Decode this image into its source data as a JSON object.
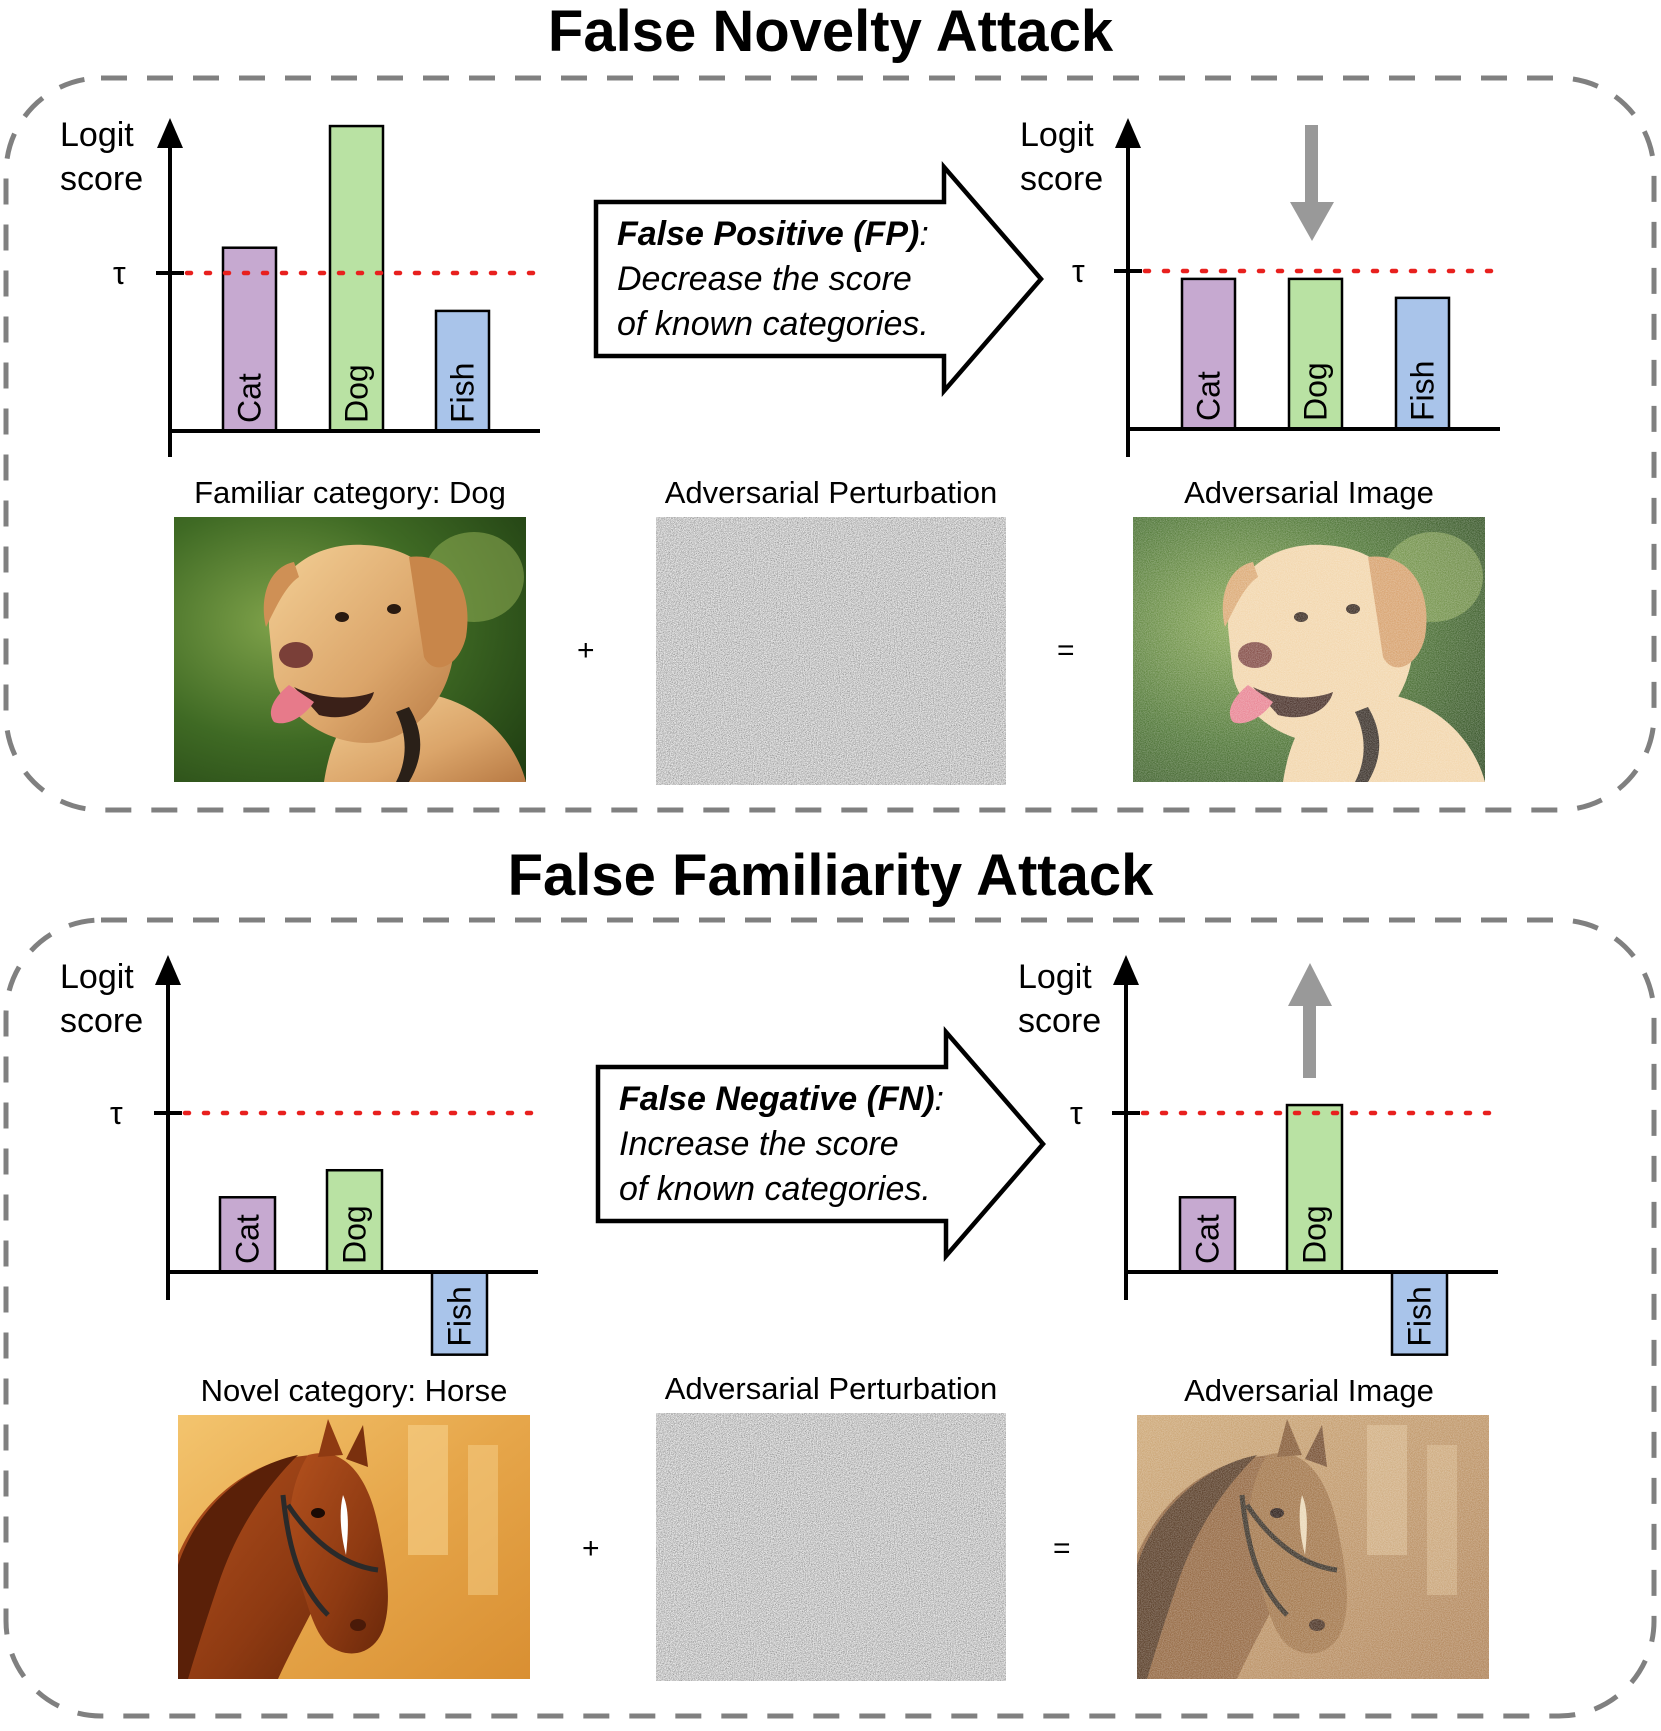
{
  "colors": {
    "cat": "#c6a9d0",
    "dog": "#b9e2a3",
    "fish": "#a9c4ea",
    "threshold": "#e8201e",
    "shift_arrow": "#999999",
    "border": "#808080"
  },
  "panels": [
    {
      "title": "False Novelty Attack",
      "arrow_heading": "False Positive (FP)",
      "arrow_colon": ":",
      "arrow_line2": "Decrease the score",
      "arrow_line3": "of known categories.",
      "input_caption": "Familiar category: Dog",
      "perturbation_caption": "Adversarial Perturbation",
      "output_caption": "Adversarial Image",
      "plus": "+",
      "equals": "=",
      "input_icon": "dog-photo",
      "output_icon": "noisy-dog-photo",
      "shift_icon": "down-arrow-icon",
      "charts": {
        "before": {
          "ylabel_line1": "Logit",
          "ylabel_line2": "score",
          "threshold_label": "τ",
          "threshold": 1.0,
          "bars": [
            {
              "label": "Cat",
              "value": 1.16,
              "color": "cat"
            },
            {
              "label": "Dog",
              "value": 1.93,
              "color": "dog"
            },
            {
              "label": "Fish",
              "value": 0.76,
              "color": "fish"
            }
          ]
        },
        "after": {
          "ylabel_line1": "Logit",
          "ylabel_line2": "score",
          "threshold_label": "τ",
          "threshold": 1.0,
          "bars": [
            {
              "label": "Cat",
              "value": 0.95,
              "color": "cat"
            },
            {
              "label": "Dog",
              "value": 0.95,
              "color": "dog"
            },
            {
              "label": "Fish",
              "value": 0.83,
              "color": "fish"
            }
          ]
        }
      }
    },
    {
      "title": "False Familiarity Attack",
      "arrow_heading": "False Negative (FN)",
      "arrow_colon": ":",
      "arrow_line2": "Increase the score",
      "arrow_line3": "of known categories.",
      "input_caption": "Novel category: Horse",
      "perturbation_caption": "Adversarial Perturbation",
      "output_caption": "Adversarial Image",
      "plus": "+",
      "equals": "=",
      "input_icon": "horse-photo",
      "output_icon": "noisy-horse-photo",
      "shift_icon": "up-arrow-icon",
      "charts": {
        "before": {
          "ylabel_line1": "Logit",
          "ylabel_line2": "score",
          "threshold_label": "τ",
          "threshold": 1.0,
          "bars": [
            {
              "label": "Cat",
              "value": 0.47,
              "color": "cat"
            },
            {
              "label": "Dog",
              "value": 0.64,
              "color": "dog"
            },
            {
              "label": "Fish",
              "value": -0.52,
              "color": "fish"
            }
          ]
        },
        "after": {
          "ylabel_line1": "Logit",
          "ylabel_line2": "score",
          "threshold_label": "τ",
          "threshold": 1.0,
          "bars": [
            {
              "label": "Cat",
              "value": 0.47,
              "color": "cat"
            },
            {
              "label": "Dog",
              "value": 1.05,
              "color": "dog"
            },
            {
              "label": "Fish",
              "value": -0.52,
              "color": "fish"
            }
          ]
        }
      }
    }
  ]
}
